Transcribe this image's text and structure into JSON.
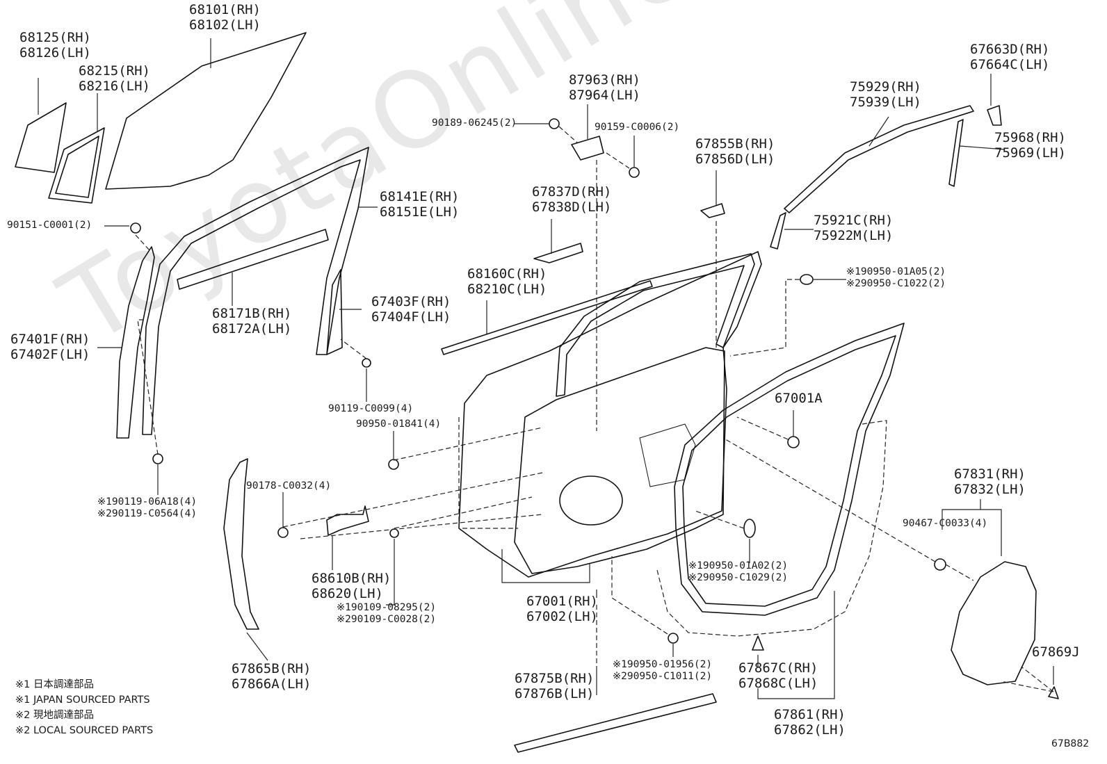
{
  "watermark": "ToyotaOnline.ru",
  "diagram_code": "67B882",
  "notes": {
    "n1_jp": "※1 日本調達部品",
    "n1_en": "※1 JAPAN SOURCED PARTS",
    "n2_jp": "※2 現地調達部品",
    "n2_en": "※2 LOCAL SOURCED PARTS"
  },
  "parts": {
    "p68101": "68101(RH)\n68102(LH)",
    "p68125": "68125(RH)\n68126(LH)",
    "p68215": "68215(RH)\n68216(LH)",
    "p90151": "90151-C0001(2)",
    "p68141": "68141E(RH)\n68151E(LH)",
    "p68171": "68171B(RH)\n68172A(LH)",
    "p67403": "67403F(RH)\n67404F(LH)",
    "p67401": "67401F(RH)\n67402F(LH)",
    "p90119a": "90119-C0099(4)",
    "p90950a": "90950-01841(4)",
    "p190119": "※190119-06A18(4)\n※290119-C0564(4)",
    "p90178": "90178-C0032(4)",
    "p68610": "68610B(RH)\n68620(LH)",
    "p190109": "※190109-08295(2)\n※290109-C0028(2)",
    "p67865": "67865B(RH)\n67866A(LH)",
    "p90189": "90189-06245(2)",
    "p87963": "87963(RH)\n87964(LH)",
    "p90159": "90159-C0006(2)",
    "p67837": "67837D(RH)\n67838D(LH)",
    "p68160": "68160C(RH)\n68210C(LH)",
    "p67001rl": "67001(RH)\n67002(LH)",
    "p67875": "67875B(RH)\n67876B(LH)",
    "p67855": "67855B(RH)\n67856D(LH)",
    "p75929": "75929(RH)\n75939(LH)",
    "p67663": "67663D(RH)\n67664C(LH)",
    "p75968": "75968(RH)\n75969(LH)",
    "p75921": "75921C(RH)\n75922M(LH)",
    "p190950a": "※190950-01A05(2)\n※290950-C1022(2)",
    "p67001a": "67001A",
    "p67831": "67831(RH)\n67832(LH)",
    "p90467": "90467-C0033(4)",
    "p190950b": "※190950-01A02(2)\n※290950-C1029(2)",
    "p190950c": "※190950-01956(2)\n※290950-C1011(2)",
    "p67867": "67867C(RH)\n67868C(LH)",
    "p67861": "67861(RH)\n67862(LH)",
    "p67869": "67869J"
  }
}
